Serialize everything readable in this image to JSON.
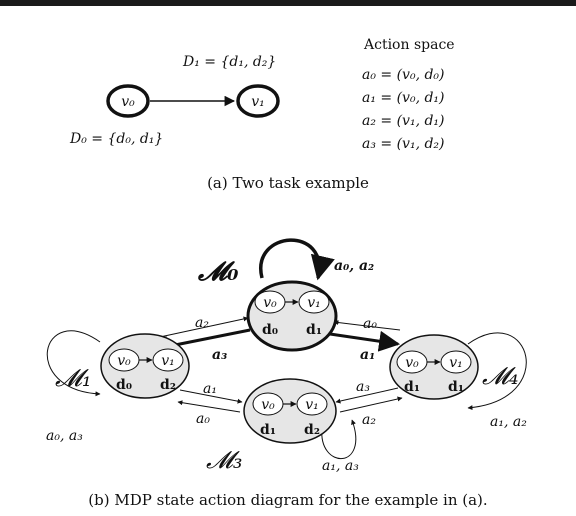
{
  "top": {
    "d1_set": "D₁ = {d₁, d₂}",
    "d0_set": "D₀ = {d₀, d₁}",
    "node_v0": "v₀",
    "node_v1": "v₁",
    "action_title": "Action space",
    "actions": [
      "a₀ = (v₀, d₀)",
      "a₁ = (v₀, d₁)",
      "a₂ = (v₁, d₁)",
      "a₃ = (v₁, d₂)"
    ],
    "caption": "(a) Two task example"
  },
  "bottom": {
    "states": [
      {
        "name": "𝓜₀",
        "d_left": "d₀",
        "d_right": "d₁"
      },
      {
        "name": "𝓜₁",
        "d_left": "d₀",
        "d_right": "d₂"
      },
      {
        "name": "𝓜₃",
        "d_left": "d₁",
        "d_right": "d₂"
      },
      {
        "name": "𝓜₄",
        "d_left": "d₁",
        "d_right": "d₁"
      }
    ],
    "v0": "v₀",
    "v1": "v₁",
    "edge_labels": {
      "m0_self": "a₀, a₂",
      "m1_self": "a₀, a₃",
      "m3_self": "a₁, a₃",
      "m4_self": "a₁, a₂",
      "m1_to_m0": "a₂",
      "m0_to_m1": "a₃",
      "m4_to_m0": "a₀",
      "m0_to_m4": "a₁",
      "m1_to_m3": "a₁",
      "m3_to_m1": "a₀",
      "m4_to_m3": "a₃",
      "m3_to_m4": "a₂"
    },
    "caption": "(b) MDP state action diagram for the example in (a)."
  }
}
